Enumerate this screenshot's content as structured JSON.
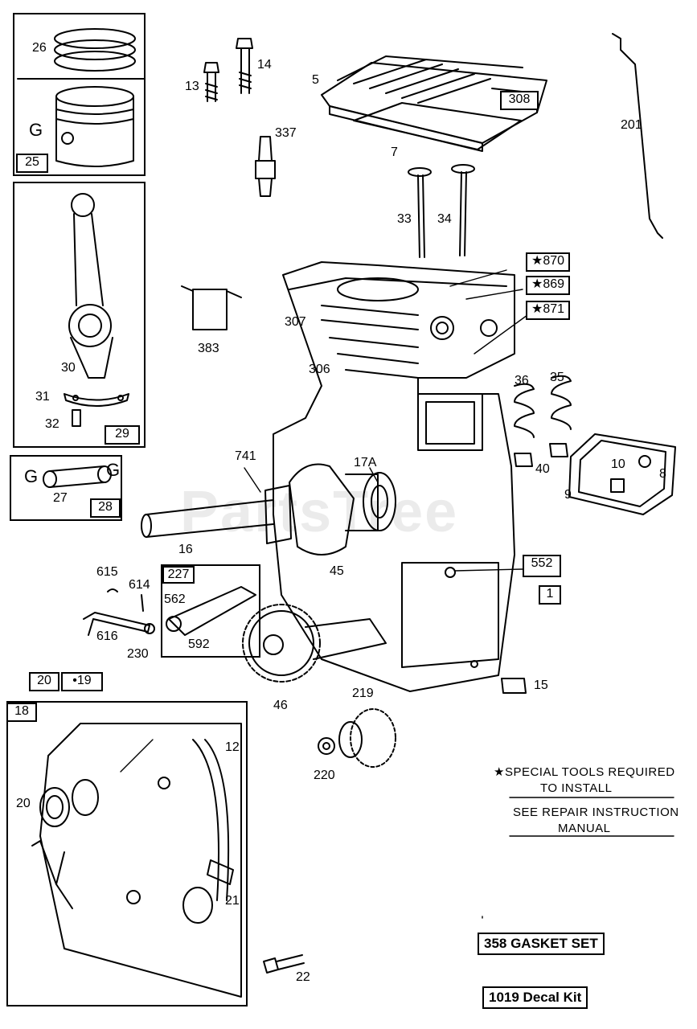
{
  "watermark": "PartsTree",
  "labels": {
    "l26": "26",
    "l25": "25",
    "lG1": "G",
    "l13": "13",
    "l14": "14",
    "l5": "5",
    "l308": "308",
    "l7": "7",
    "l201": "201",
    "l337": "337",
    "l33": "33",
    "l34": "34",
    "l870": "★870",
    "l869": "★869",
    "l871": "★871",
    "l383": "383",
    "l307": "307",
    "l306": "306",
    "l30": "30",
    "l31": "31",
    "l32": "32",
    "l29": "29",
    "l36": "36",
    "l35": "35",
    "l40": "40",
    "l10": "10",
    "l8": "8",
    "l9": "9",
    "l741": "741",
    "l17A": "17A",
    "lG2": "G",
    "lG3": "G",
    "l27": "27",
    "l28": "28",
    "l16": "16",
    "l552": "552",
    "l1": "1",
    "l615": "615",
    "l614": "614",
    "l227": "227",
    "l562": "562",
    "l592": "592",
    "l616": "616",
    "l230": "230",
    "l45": "45",
    "l46": "46",
    "l15": "15",
    "l219": "219",
    "l220": "220",
    "l20box": "20",
    "l19box": "•19",
    "l18": "18",
    "l12": "12",
    "l20": "20",
    "l21": "21",
    "l22": "22"
  },
  "notes": {
    "special_tools_line1": "★SPECIAL TOOLS REQUIRED",
    "special_tools_line2": "TO INSTALL",
    "repair_line1": "SEE REPAIR INSTRUCTION",
    "repair_line2": "MANUAL"
  },
  "kits": {
    "gasket_set": "358 GASKET SET",
    "decal_kit": "1019 Decal Kit"
  }
}
